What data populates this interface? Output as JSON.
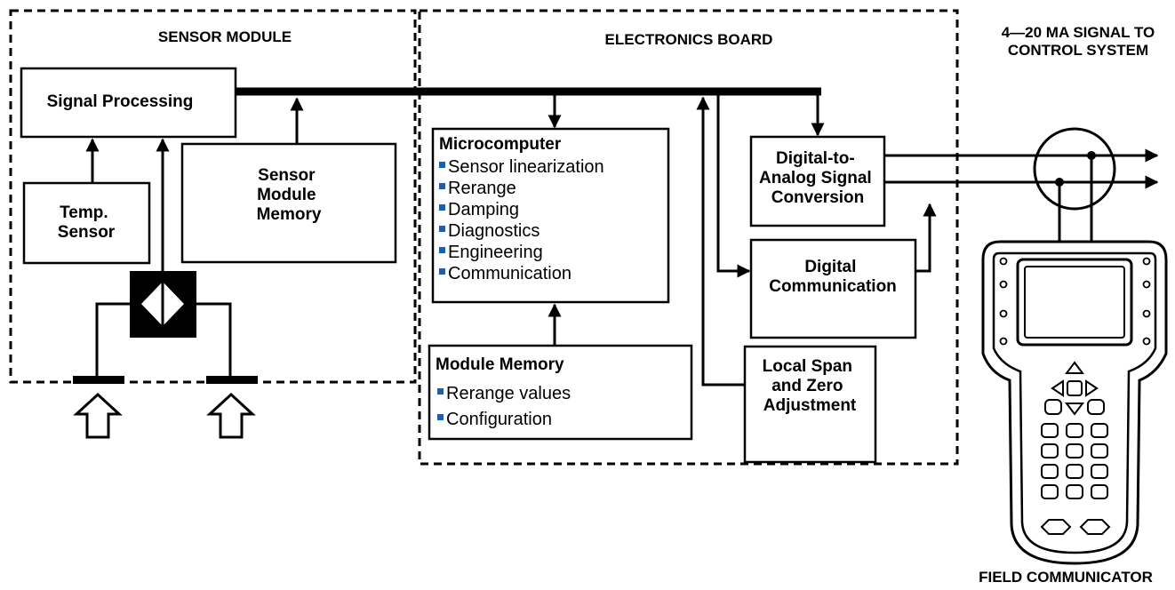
{
  "sections": {
    "sensor_module": "SENSOR MODULE",
    "electronics_board": "ELECTRONICS BOARD",
    "output_signal_line1": "4—20 MA SIGNAL TO",
    "output_signal_line2": "CONTROL SYSTEM",
    "field_communicator": "FIELD COMMUNICATOR"
  },
  "blocks": {
    "signal_processing": "Signal Processing",
    "temp_sensor": [
      "Temp.",
      "Sensor"
    ],
    "sensor_module_memory": [
      "Sensor",
      "Module",
      "Memory"
    ],
    "microcomputer": {
      "title": "Microcomputer",
      "items": [
        "Sensor linearization",
        "Rerange",
        "Damping",
        "Diagnostics",
        "Engineering",
        "Communication"
      ]
    },
    "module_memory": {
      "title": "Module Memory",
      "items": [
        "Rerange values",
        "Configuration"
      ]
    },
    "dac": [
      "Digital-to-",
      "Analog Signal",
      "Conversion"
    ],
    "digital_communication": [
      "Digital",
      "Communication"
    ],
    "local_span_zero": [
      "Local Span",
      "and Zero",
      "Adjustment"
    ]
  },
  "colors": {
    "bullet": "#1f5fa8",
    "line": "#000000"
  }
}
